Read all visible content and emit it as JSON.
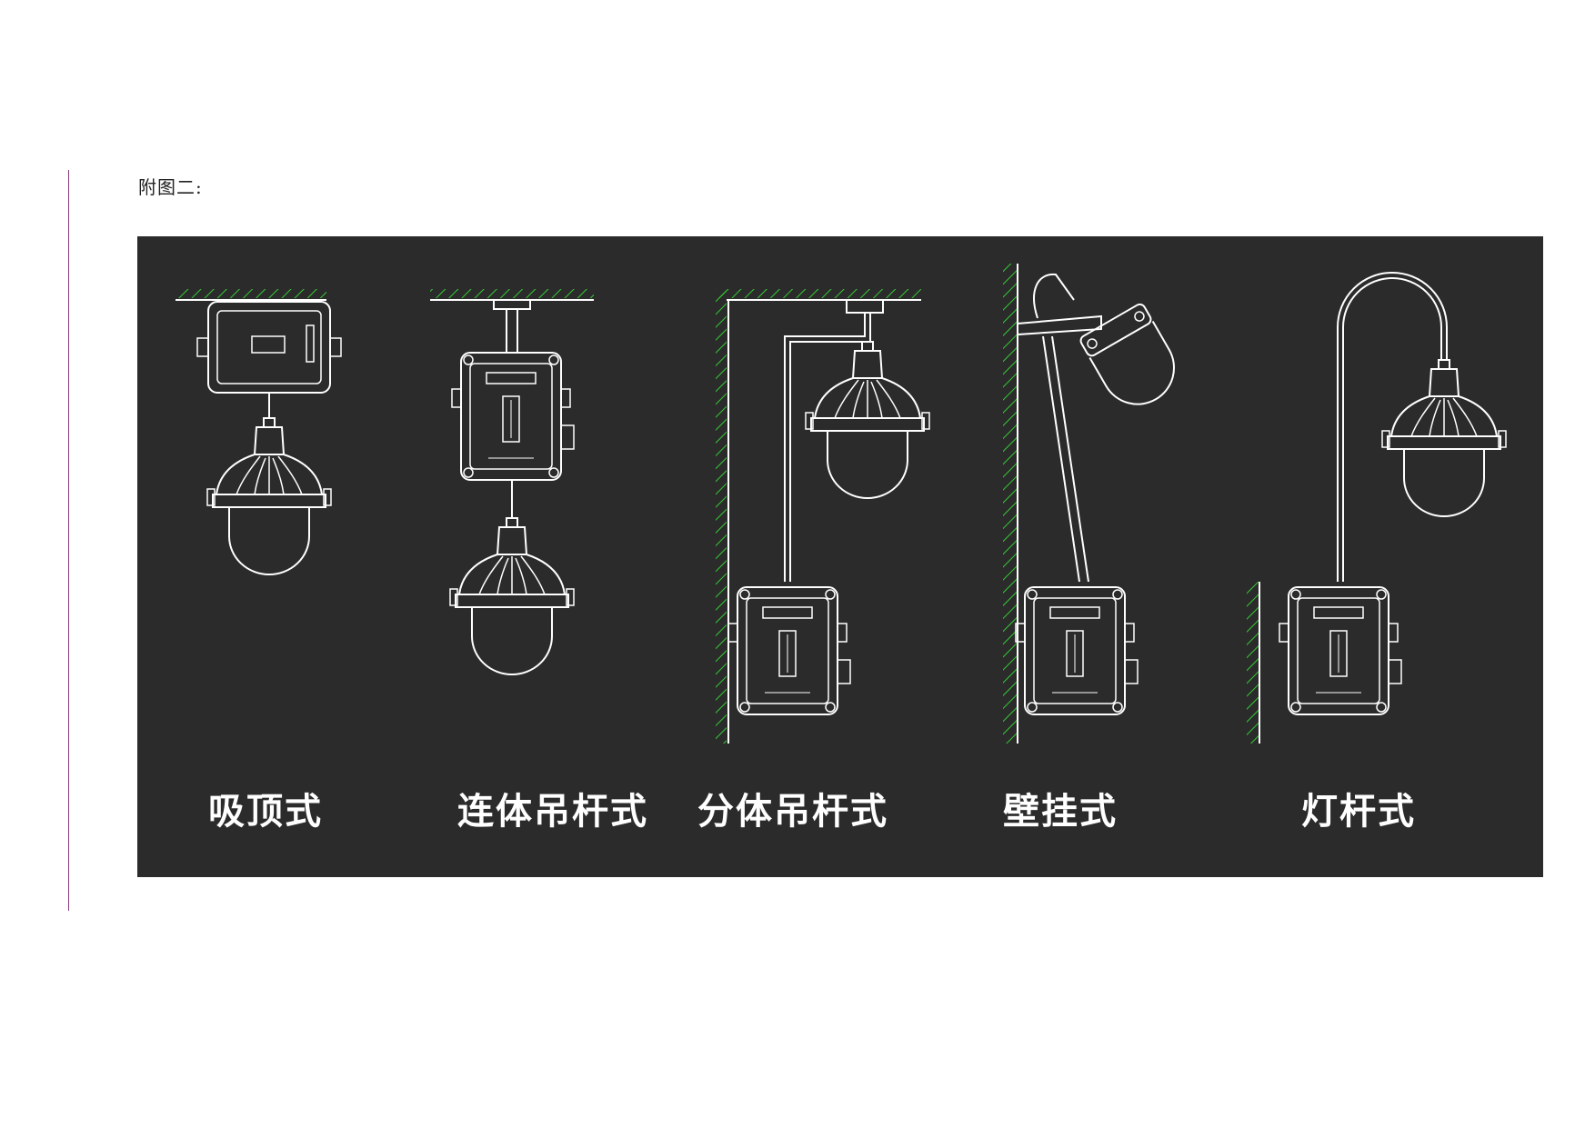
{
  "caption": "附图二:",
  "figure": {
    "background_color": "#2b2b2b",
    "line_color": "#ffffff",
    "hatch_color": "#33cc33",
    "mount_types": [
      {
        "label": "吸顶式"
      },
      {
        "label": "连体吊杆式"
      },
      {
        "label": "分体吊杆式"
      },
      {
        "label": "壁挂式"
      },
      {
        "label": "灯杆式"
      }
    ]
  }
}
